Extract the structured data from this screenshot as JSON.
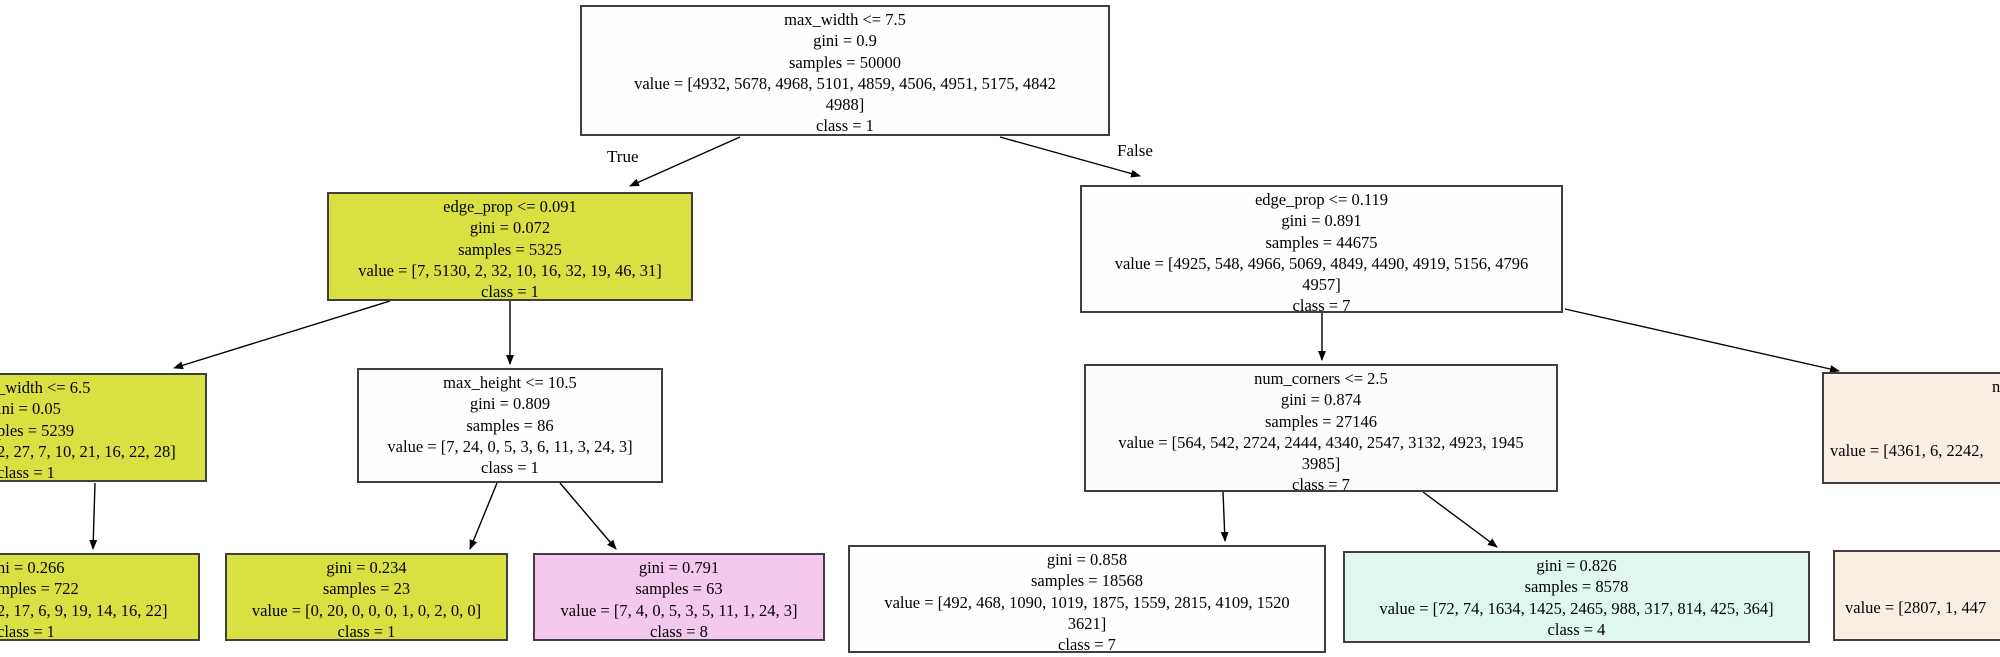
{
  "diagram_type": "decision-tree",
  "edge_labels": {
    "true_label": "True",
    "false_label": "False"
  },
  "colors": {
    "class1_yellow": "#d9e042",
    "class8_pink": "#f5c8ee",
    "class4_cyan": "#e0f7f1",
    "class0_peach": "#faeee3",
    "near_white": "#fefefe",
    "faint_lavender": "#fdfafd",
    "border": "#3f3f3f"
  },
  "nodes": {
    "root": {
      "fill": "near_white",
      "lines": [
        "max_width <= 7.5",
        "gini = 0.9",
        "samples = 50000",
        "value = [4932, 5678, 4968, 5101, 4859, 4506, 4951, 5175, 4842",
        "4988]",
        "class = 1"
      ]
    },
    "l2_left": {
      "fill": "class1_yellow",
      "lines": [
        "edge_prop <= 0.091",
        "gini = 0.072",
        "samples = 5325",
        "value = [7, 5130, 2, 32, 10, 16, 32, 19, 46, 31]",
        "class = 1"
      ]
    },
    "l2_right": {
      "fill": "near_white",
      "lines": [
        "edge_prop <= 0.119",
        "gini = 0.891",
        "samples = 44675",
        "value = [4925, 548, 4966, 5069, 4849, 4490, 4919, 5156, 4796",
        "4957]",
        "class = 7"
      ]
    },
    "l3_far_left": {
      "fill": "class1_yellow",
      "lines": [
        "_width <= 6.5",
        "ini = 0.05",
        "ples = 5239",
        "2, 27, 7, 10, 21, 16, 22, 28]",
        "class = 1"
      ]
    },
    "l3_mid": {
      "fill": "near_white",
      "lines": [
        "max_height <= 10.5",
        "gini = 0.809",
        "samples = 86",
        "value = [7, 24, 0, 5, 3, 6, 11, 3, 24, 3]",
        "class = 1"
      ]
    },
    "l3_right": {
      "fill": "faint_lavender",
      "lines": [
        "num_corners <= 2.5",
        "gini = 0.874",
        "samples = 27146",
        "value = [564, 542, 2724, 2444, 4340, 2547, 3132, 4923, 1945",
        "3985]",
        "class = 7"
      ]
    },
    "l3_far_right": {
      "fill": "class0_peach",
      "lines": [
        "n",
        "",
        "",
        "value = [4361, 6, 2242,",
        ""
      ]
    },
    "l4_far_left": {
      "fill": "class1_yellow",
      "lines": [
        "ni = 0.266",
        "mples = 722",
        "2, 17, 6, 9, 19, 14, 16, 22]",
        "class = 1"
      ]
    },
    "l4_a": {
      "fill": "class1_yellow",
      "lines": [
        "gini = 0.234",
        "samples = 23",
        "value = [0, 20, 0, 0, 0, 1, 0, 2, 0, 0]",
        "class = 1"
      ]
    },
    "l4_b": {
      "fill": "class8_pink",
      "lines": [
        "gini = 0.791",
        "samples = 63",
        "value = [7, 4, 0, 5, 3, 5, 11, 1, 24, 3]",
        "class = 8"
      ]
    },
    "l4_c": {
      "fill": "near_white",
      "lines": [
        "gini = 0.858",
        "samples = 18568",
        "value = [492, 468, 1090, 1019, 1875, 1559, 2815, 4109, 1520",
        "3621]",
        "class = 7"
      ]
    },
    "l4_d": {
      "fill": "class4_cyan",
      "lines": [
        "gini = 0.826",
        "samples = 8578",
        "value = [72, 74, 1634, 1425, 2465, 988, 317, 814, 425, 364]",
        "class = 4"
      ]
    },
    "l4_e": {
      "fill": "class0_peach",
      "lines": [
        "",
        "",
        "value = [2807, 1, 447",
        ""
      ]
    }
  }
}
